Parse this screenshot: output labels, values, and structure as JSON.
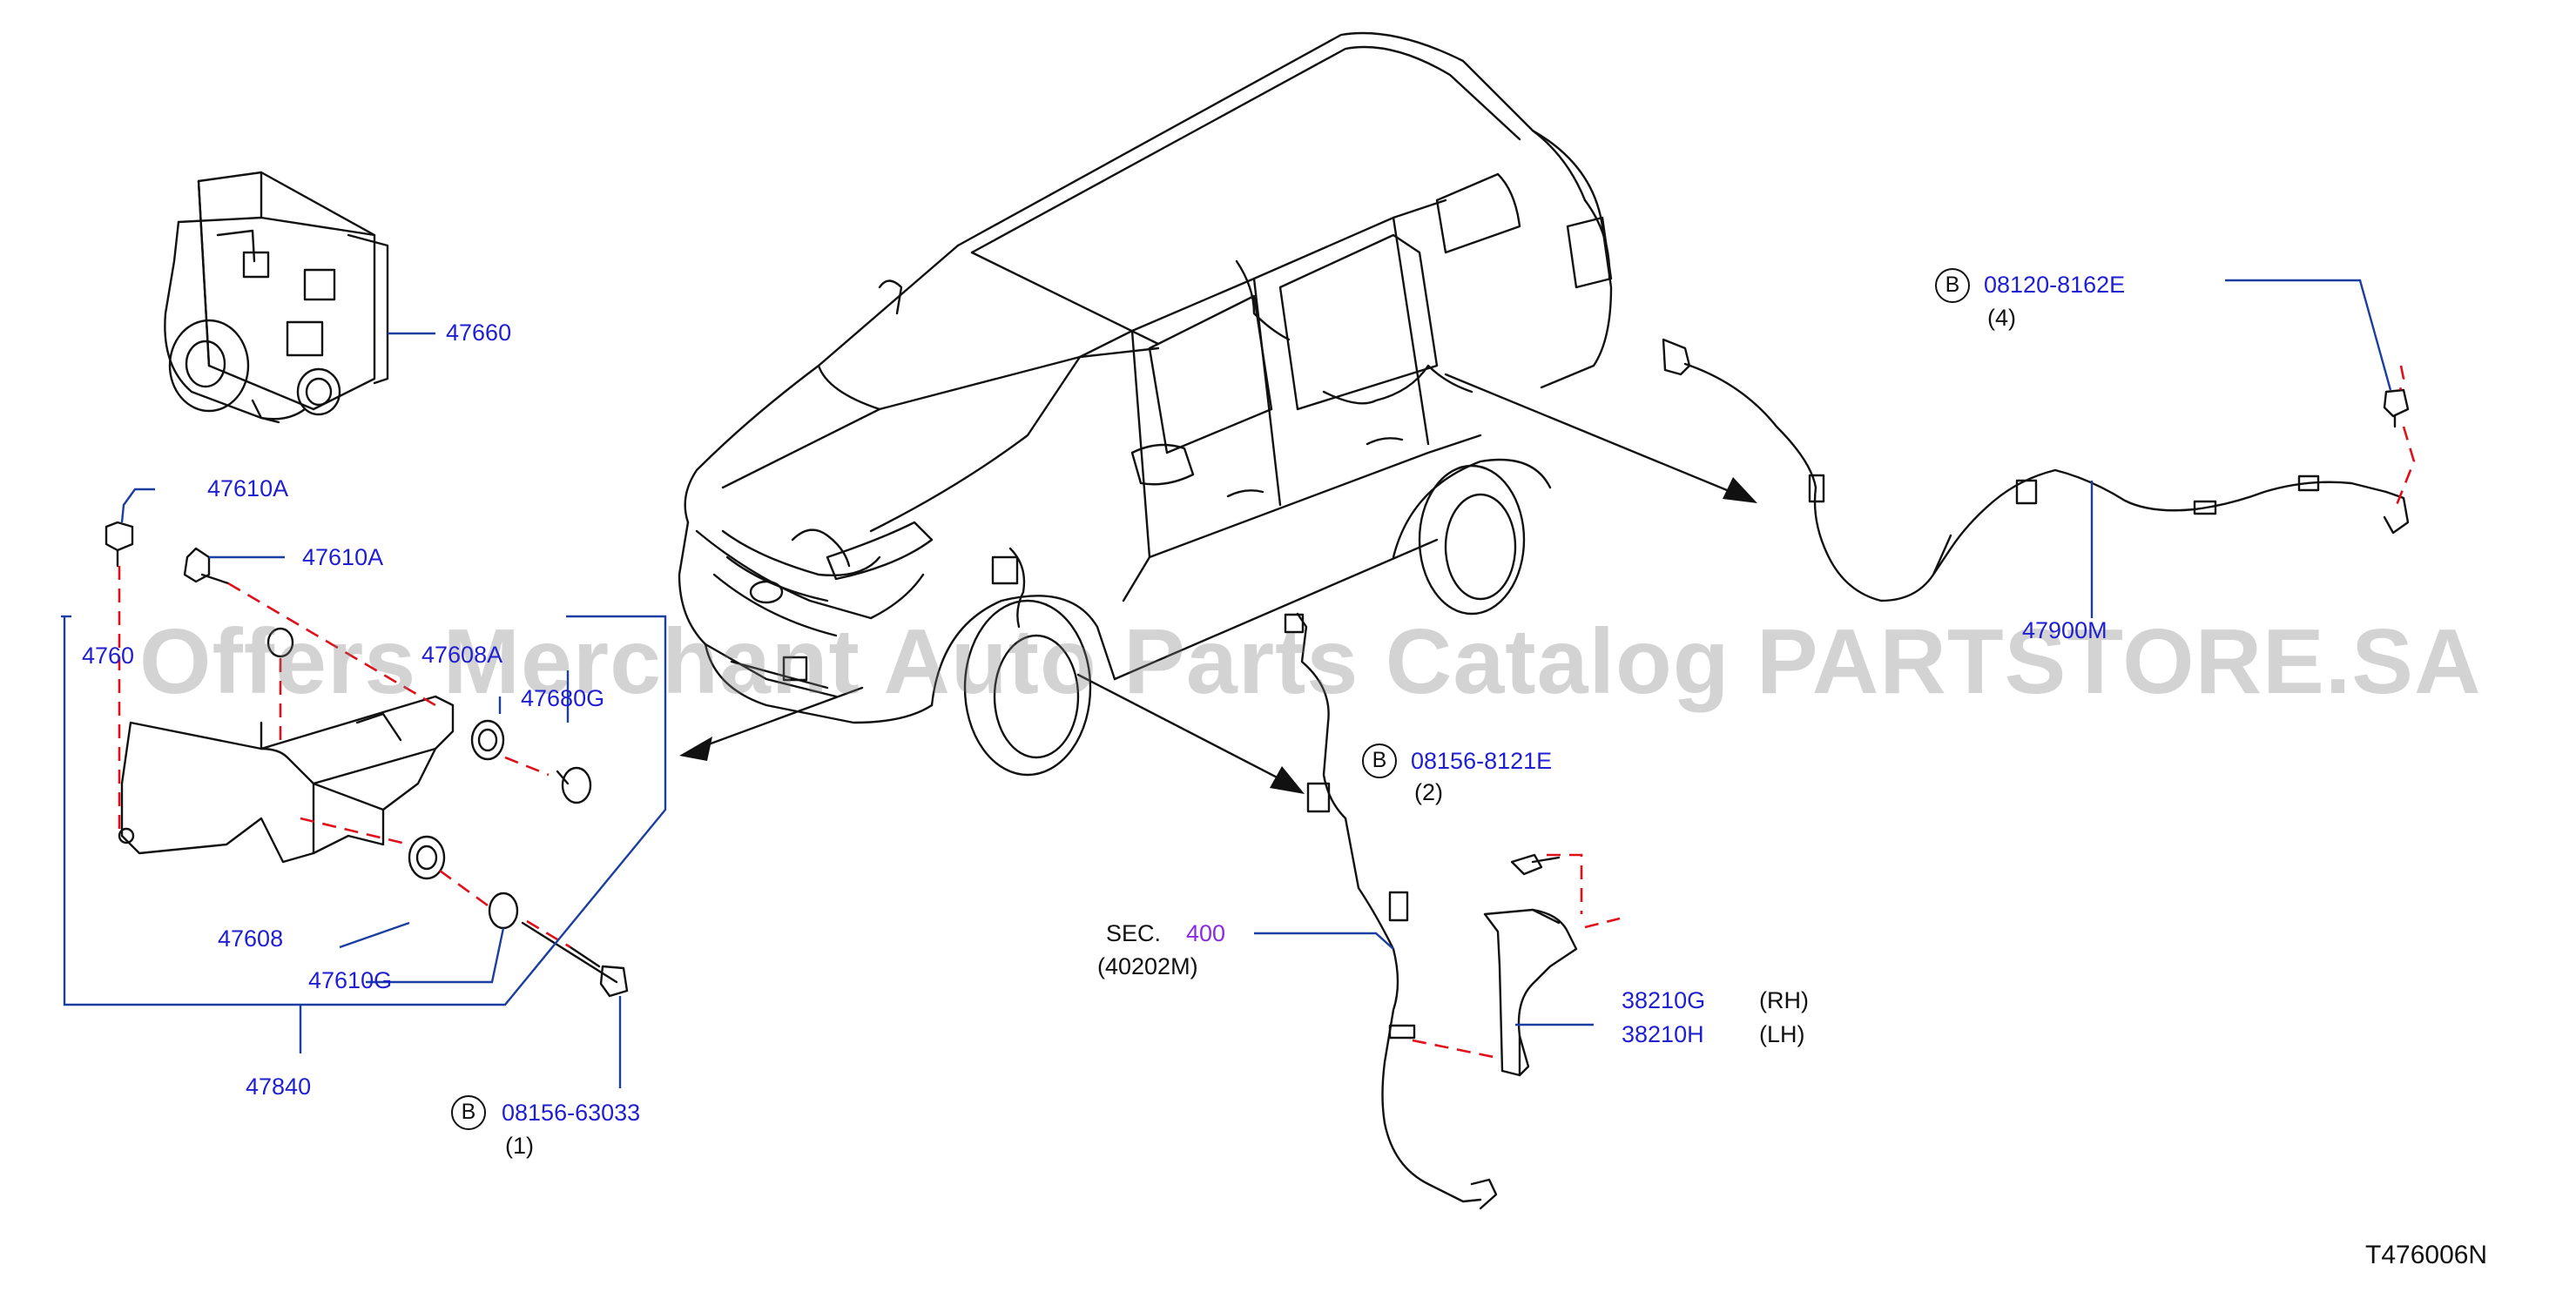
{
  "diagram_code": "T476006N",
  "watermark": "Offers Merchant Auto Parts Catalog PARTSTORE.SA",
  "parts": {
    "p47660": "47660",
    "p47610a_1": "47610A",
    "p47610a_2": "47610A",
    "p4760x": "4760",
    "p4760ya": "47608A",
    "p47680g": "47680G",
    "p47608": "47608",
    "p47610g": "47610G",
    "p47840": "47840",
    "p08156_63033": "08156-63033",
    "q08156_63033": "(1)",
    "p08156_8121e": "08156-8121E",
    "q08156_8121e": "(2)",
    "p08120_8162e": "08120-8162E",
    "q08120_8162e": "(4)",
    "p47900m": "47900M",
    "sec_label": "SEC.",
    "sec_num": "400",
    "sec_ref": "(40202M)",
    "p38210g": "38210G",
    "p38210h": "38210H",
    "rh": "(RH)",
    "lh": "(LH)",
    "bolt_symbol": "B"
  },
  "colors": {
    "label": "#1f1fd1",
    "section": "#8a2be2",
    "leader": "#1a3fa0",
    "dash": "#e0101a",
    "line": "#111111"
  }
}
